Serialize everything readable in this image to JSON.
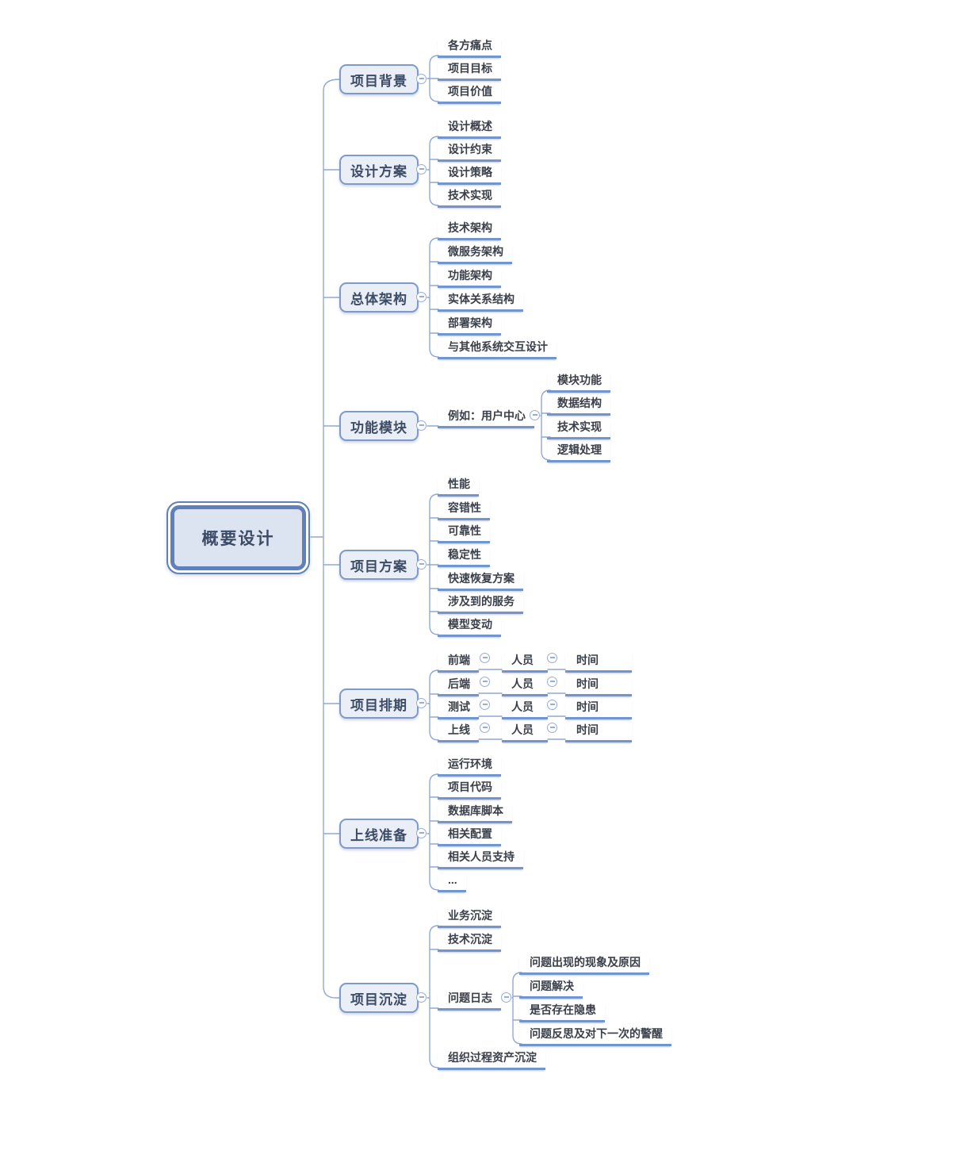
{
  "root": {
    "label": "概要设计"
  },
  "branches": [
    {
      "label": "项目背景",
      "children": [
        {
          "label": "各方痛点"
        },
        {
          "label": "项目目标"
        },
        {
          "label": "项目价值"
        }
      ]
    },
    {
      "label": "设计方案",
      "children": [
        {
          "label": "设计概述"
        },
        {
          "label": "设计约束"
        },
        {
          "label": "设计策略"
        },
        {
          "label": "技术实现"
        }
      ]
    },
    {
      "label": "总体架构",
      "children": [
        {
          "label": "技术架构"
        },
        {
          "label": "微服务架构"
        },
        {
          "label": "功能架构"
        },
        {
          "label": "实体关系结构"
        },
        {
          "label": "部署架构"
        },
        {
          "label": "与其他系统交互设计"
        }
      ]
    },
    {
      "label": "功能模块",
      "children": [
        {
          "label": "例如：用户中心",
          "children": [
            {
              "label": "模块功能"
            },
            {
              "label": "数据结构"
            },
            {
              "label": "技术实现"
            },
            {
              "label": "逻辑处理"
            }
          ]
        }
      ]
    },
    {
      "label": "项目方案",
      "children": [
        {
          "label": "性能"
        },
        {
          "label": "容错性"
        },
        {
          "label": "可靠性"
        },
        {
          "label": "稳定性"
        },
        {
          "label": "快速恢复方案"
        },
        {
          "label": "涉及到的服务"
        },
        {
          "label": "模型变动"
        }
      ]
    },
    {
      "label": "项目排期",
      "children": [
        {
          "label": "前端",
          "children": [
            {
              "label": "人员",
              "children": [
                {
                  "label": "时间"
                }
              ]
            }
          ]
        },
        {
          "label": "后端",
          "children": [
            {
              "label": "人员",
              "children": [
                {
                  "label": "时间"
                }
              ]
            }
          ]
        },
        {
          "label": "测试",
          "children": [
            {
              "label": "人员",
              "children": [
                {
                  "label": "时间"
                }
              ]
            }
          ]
        },
        {
          "label": "上线",
          "children": [
            {
              "label": "人员",
              "children": [
                {
                  "label": "时间"
                }
              ]
            }
          ]
        }
      ]
    },
    {
      "label": "上线准备",
      "children": [
        {
          "label": "运行环境"
        },
        {
          "label": "项目代码"
        },
        {
          "label": "数据库脚本"
        },
        {
          "label": "相关配置"
        },
        {
          "label": "相关人员支持"
        },
        {
          "label": "..."
        }
      ]
    },
    {
      "label": "项目沉淀",
      "children": [
        {
          "label": "业务沉淀"
        },
        {
          "label": "技术沉淀"
        },
        {
          "label": "问题日志",
          "children": [
            {
              "label": "问题出现的现象及原因"
            },
            {
              "label": "问题解决"
            },
            {
              "label": "是否存在隐患"
            },
            {
              "label": "问题反思及对下一次的警醒"
            }
          ]
        },
        {
          "label": "组织过程资产沉淀"
        }
      ]
    }
  ],
  "colors": {
    "connector": "#90a9d5",
    "underline": "#7195ce",
    "branch_fill": "#e9eef7",
    "branch_border": "#7e9aca",
    "root_border": "#5f80ba",
    "root_fill": "#dde4f1",
    "topic_text": "#3d4c66",
    "leaf_text": "#3a3f49"
  },
  "icons": {
    "collapse": "minus-circle"
  }
}
